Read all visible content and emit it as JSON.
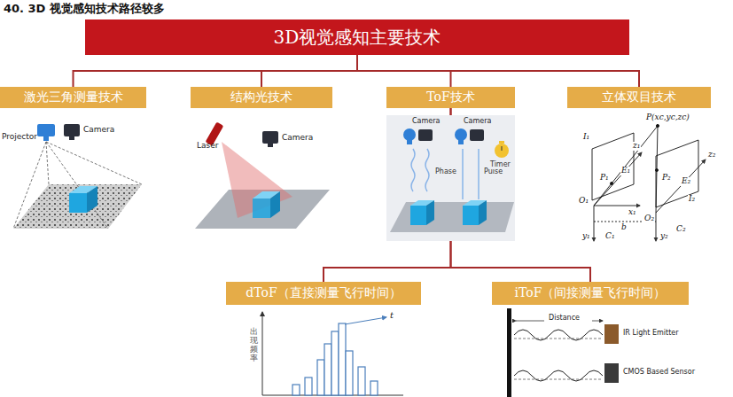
{
  "diagram": {
    "title": "40. 3D 视觉感知技术路径较多",
    "nodes": [
      {
        "text": [
          "3D视觉感知主要技术"
        ]
      },
      {
        "text": [
          "激光三角测量技术"
        ]
      },
      {
        "text": [
          "结构光技术"
        ]
      },
      {
        "text": [
          "ToF技术"
        ]
      },
      {
        "text": [
          "立体双目技术"
        ]
      },
      {
        "text": [
          "dToF（直接测量飞行时间）"
        ]
      },
      {
        "text": [
          "iToF（间接测量飞行时间）"
        ]
      }
    ],
    "edges": [
      {
        "from": 0,
        "to": 1,
        "arrow": "none"
      },
      {
        "from": 0,
        "to": 2,
        "arrow": "none"
      },
      {
        "from": 0,
        "to": 3,
        "arrow": "none"
      },
      {
        "from": 0,
        "to": 4,
        "arrow": "none"
      },
      {
        "from": 3,
        "to": 5,
        "arrow": "none"
      },
      {
        "from": 3,
        "to": 6,
        "arrow": "none"
      }
    ],
    "labels": [
      "Projector",
      "Camera",
      "Laser",
      "Camera",
      "Camera",
      "Camera",
      "Phase",
      "Pulse",
      "Timer",
      "P(xc,yc,zc)",
      "I₁",
      "P₁",
      "E₁",
      "O₁",
      "x₁",
      "y₁",
      "b",
      "C₁",
      "z₁",
      "O₂",
      "P₂",
      "E₂",
      "I₂",
      "y₂",
      "C₂",
      "z₂",
      "出现频率",
      "t",
      "Distance",
      "IR Light Emitter",
      "CMOS Based Sensor"
    ]
  }
}
